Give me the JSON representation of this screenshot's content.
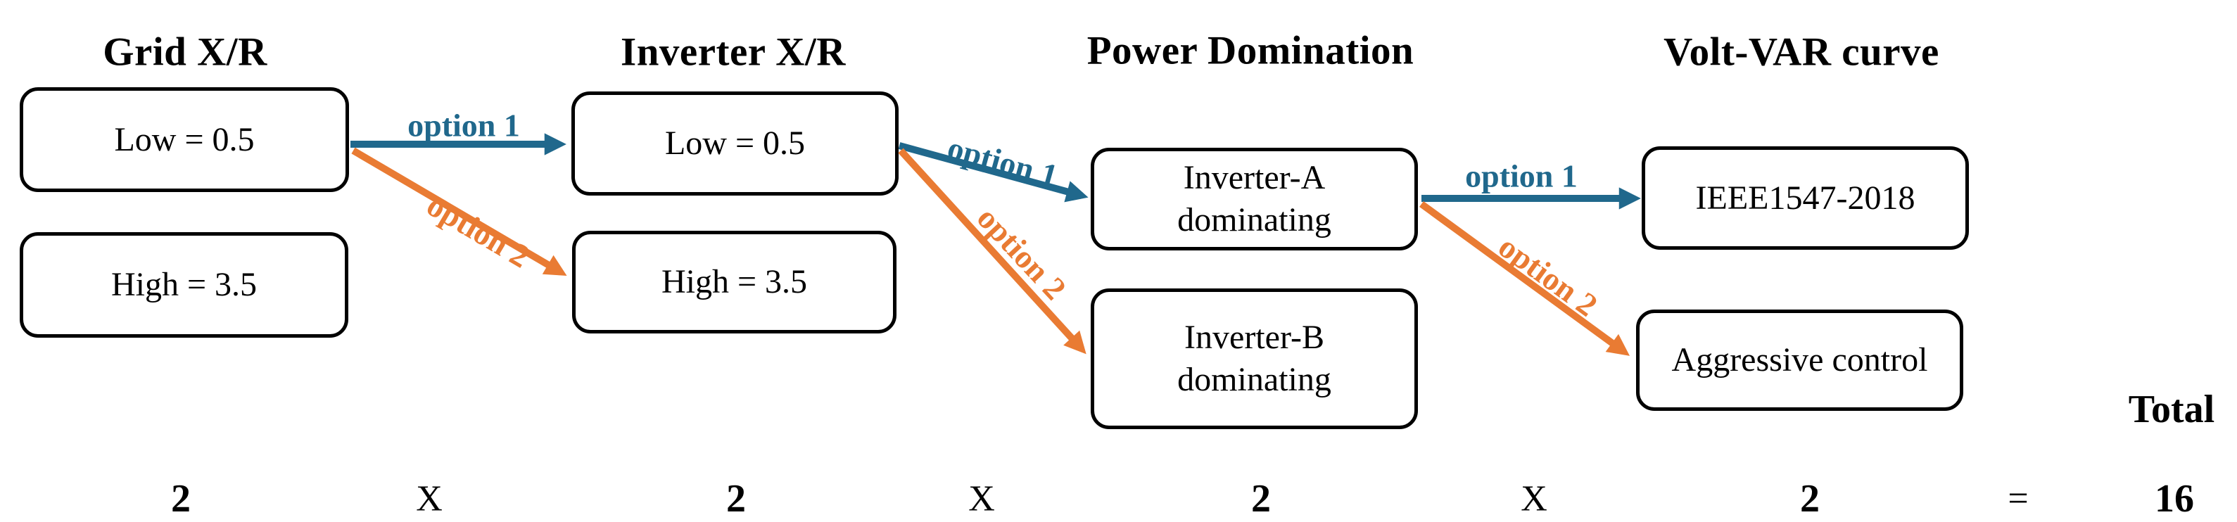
{
  "figure": {
    "columns": [
      {
        "title": "Grid X/R",
        "options": [
          "Low = 0.5",
          "High = 3.5"
        ]
      },
      {
        "title": "Inverter X/R",
        "options": [
          "Low = 0.5",
          "High = 3.5"
        ]
      },
      {
        "title": "Power Domination",
        "options": [
          "Inverter-A dominating",
          "Inverter-B dominating"
        ]
      },
      {
        "title": "Volt-VAR curve",
        "options": [
          "IEEE1547-2018",
          "Aggressive control"
        ]
      }
    ],
    "edge_labels": {
      "option1": "option 1",
      "option2": "option 2"
    },
    "totals_row": {
      "counts": [
        "2",
        "2",
        "2",
        "2"
      ],
      "times": "X",
      "equals": "=",
      "result": "16",
      "label": "Total"
    },
    "colors": {
      "option1_teal": "#20688C",
      "option2_orange": "#E97B33",
      "box_border": "#000000",
      "text": "#000000",
      "background": "#FFFFFF"
    }
  }
}
